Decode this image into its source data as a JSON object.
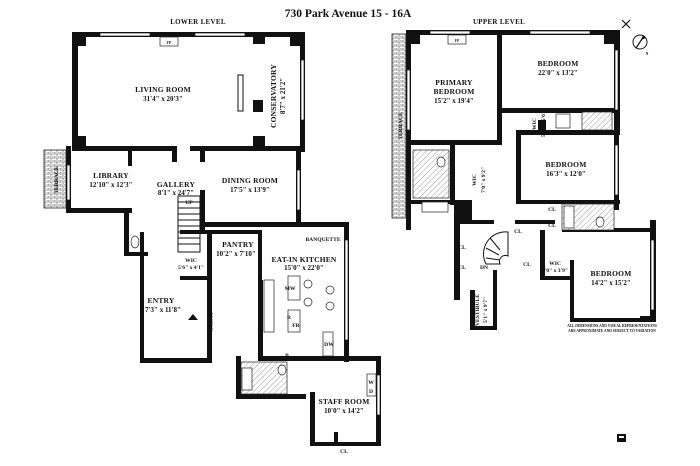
{
  "title": "730 Park Avenue 15 - 16A",
  "levels": {
    "lower": "LOWER LEVEL",
    "upper": "UPPER LEVEL"
  },
  "rooms": {
    "living": {
      "name": "LIVING ROOM",
      "dims": "31'4\" x 20'3\""
    },
    "conservatory": {
      "name": "CONSERVATORY",
      "dims": "8'7\" x 21'2\""
    },
    "library": {
      "name": "LIBRARY",
      "dims": "12'10\" x 12'3\""
    },
    "gallery": {
      "name": "GALLERY",
      "dims": "8'1\" x 24'7\""
    },
    "dining": {
      "name": "DINING ROOM",
      "dims": "17'5\" x 13'9\""
    },
    "pantry": {
      "name": "PANTRY",
      "dims": "10'2\" x 7'10\""
    },
    "kitchen": {
      "name": "EAT-IN KITCHEN",
      "dims": "15'0\" x 22'0\""
    },
    "wic_lower": {
      "name": "WIC",
      "dims": "5'6\" x 4'1\""
    },
    "entry": {
      "name": "ENTRY",
      "dims": "7'3\" x 11'8\""
    },
    "staff": {
      "name": "STAFF ROOM",
      "dims": "10'0\" x 14'2\""
    },
    "primary": {
      "name1": "PRIMARY",
      "name2": "BEDROOM",
      "dims": "15'2\" x 19'4\""
    },
    "bedroom1": {
      "name": "BEDROOM",
      "dims": "22'0\" x 13'2\""
    },
    "bedroom2": {
      "name": "BEDROOM",
      "dims": "16'3\" x 12'0\""
    },
    "bedroom3": {
      "name": "BEDROOM",
      "dims": "14'2\" x 15'2\""
    },
    "wic_primary": {
      "name": "WIC",
      "dims": "7'0\" x 9'2\""
    },
    "wic_bed1": {
      "name": "WIC",
      "dims": "5'3\" x 5'6\""
    },
    "wic_bed3": {
      "name": "WIC",
      "dims": "6'0\" x 3'9\""
    },
    "vestibule": {
      "name": "VESTIBULE",
      "dims": "5'1\" x 9'7\""
    }
  },
  "labels": {
    "terrace": "TERRACE",
    "fp": "FP",
    "up": "UP",
    "dn": "DN",
    "cl": "CL",
    "banquette": "BANQUETTE",
    "entry_marker": "ENTRY",
    "mw": "MW",
    "ref": "R",
    "fr": "FR",
    "dw": "DW",
    "b": "B",
    "w": "W",
    "d": "D"
  },
  "compass": {
    "north": "N"
  },
  "disclaimer": {
    "line1": "ALL DIMENSIONS AND VISUAL REPRESENTATIONS",
    "line2": "ARE APPROXIMATE AND SUBJECT TO VARIATION"
  }
}
